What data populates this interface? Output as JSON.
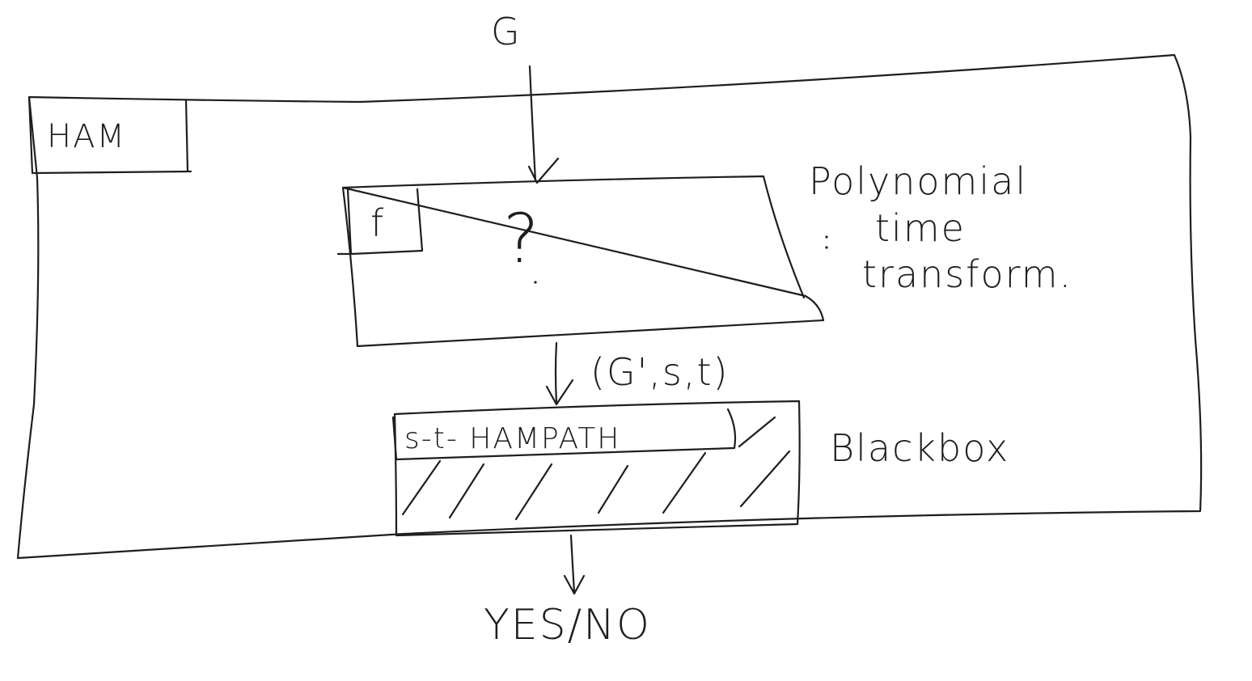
{
  "labels": {
    "input": "G",
    "container": "HAM",
    "transform_box": "f",
    "unknown": "?",
    "transform_note_line1": "Polynomial",
    "transform_note_line2": "time",
    "transform_note_line3": "transform.",
    "intermediate": "(G',s,t)",
    "oracle": "s-t- HAMPATH",
    "oracle_note": "Blackbox",
    "output": "YES/NO"
  }
}
